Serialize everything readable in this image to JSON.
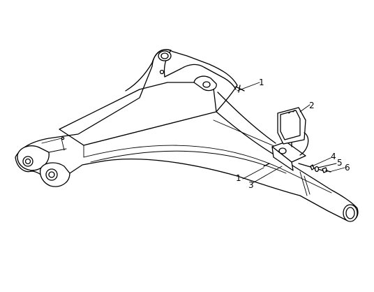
{
  "callouts": {
    "c1_top": "1",
    "c2": "2",
    "c1_bottom": "1",
    "c3": "3",
    "c4": "4",
    "c5": "5",
    "c6": "6"
  }
}
